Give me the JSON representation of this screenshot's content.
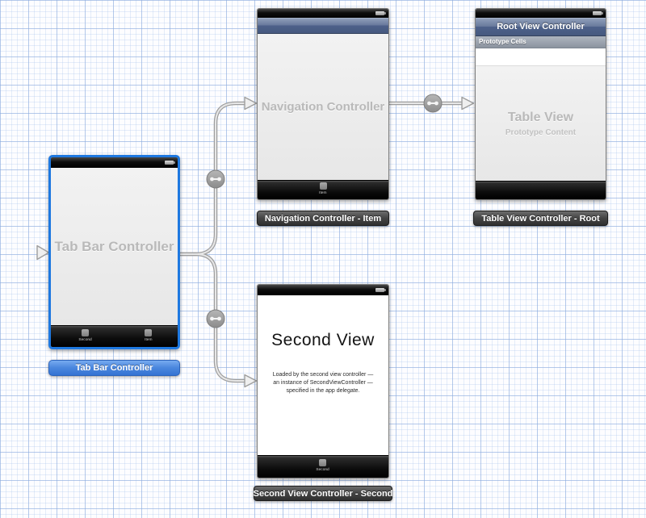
{
  "app": {
    "context": "Interface Builder storyboard canvas"
  },
  "colors": {
    "selection_blue": "#1e78e0",
    "tag_blue_top": "#77abf0",
    "tag_blue_bottom": "#3373d3",
    "tag_dark_top": "#6d6d6d",
    "tag_dark_bottom": "#2f2f2f",
    "navbar_blue_top": "#b3bfd2",
    "navbar_blue_bottom": "#46597f",
    "connector_gray": "#9e9e9e",
    "grid_major": "#8cacde",
    "grid_minor": "#a8c4ec",
    "canvas_bg": "#fdfdff"
  },
  "icons": {
    "battery": "battery-icon",
    "tab_item_square": "tab-item-square-icon",
    "relationship_badge": "relationship-segue-icon",
    "arrowhead": "arrowhead-icon",
    "initial_arrow": "initial-view-controller-arrow-icon"
  },
  "scenes": {
    "tab_bar": {
      "selected": true,
      "body_label": "Tab Bar Controller",
      "tag_label": "Tab Bar Controller",
      "tab_items": [
        {
          "label": "Second"
        },
        {
          "label": "Item"
        }
      ]
    },
    "navigation": {
      "body_label": "Navigation Controller",
      "tag_label": "Navigation Controller - Item",
      "tab_items": [
        {
          "label": "Item"
        }
      ]
    },
    "table_view": {
      "nav_title": "Root View Controller",
      "section_header": "Prototype Cells",
      "body_label": "Table View",
      "body_sublabel": "Prototype Content",
      "tag_label": "Table View Controller - Root"
    },
    "second_view": {
      "title": "Second View",
      "description_lines": [
        "Loaded by the second view controller —",
        "an instance of SecondViewController —",
        "specified in the app delegate."
      ],
      "tab_items": [
        {
          "label": "Second"
        }
      ],
      "tag_label": "Second View Controller - Second"
    }
  }
}
